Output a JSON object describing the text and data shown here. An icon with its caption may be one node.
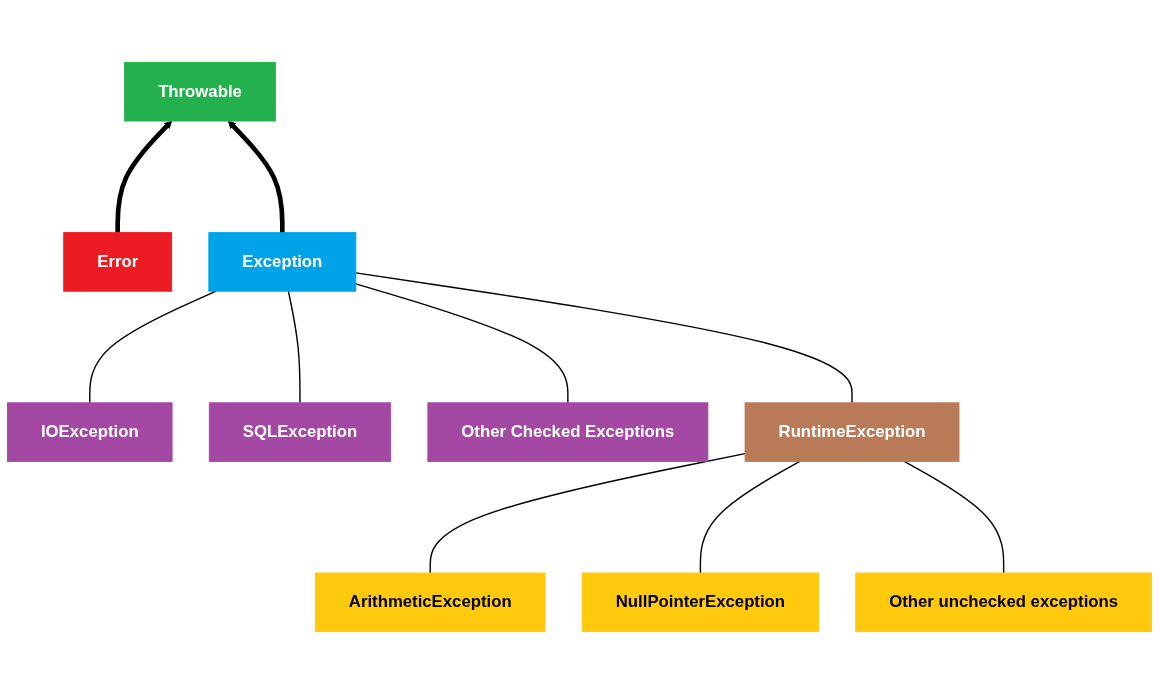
{
  "diagram": {
    "nodes": [
      {
        "text": [
          "Throwable"
        ]
      },
      {
        "text": [
          "Error"
        ]
      },
      {
        "text": [
          "Exception"
        ]
      },
      {
        "text": [
          "IOException"
        ]
      },
      {
        "text": [
          "SQLException"
        ]
      },
      {
        "text": [
          "Other Checked Exceptions"
        ]
      },
      {
        "text": [
          "RuntimeException"
        ]
      },
      {
        "text": [
          "ArithmeticException"
        ]
      },
      {
        "text": [
          "NullPointerException"
        ]
      },
      {
        "text": [
          "Other unchecked exceptions"
        ]
      }
    ],
    "edges": [
      {
        "from": 1,
        "to": 0,
        "arrow": "to",
        "style": "thick"
      },
      {
        "from": 2,
        "to": 0,
        "arrow": "to",
        "style": "thick"
      },
      {
        "from": 2,
        "to": 3,
        "arrow": "none"
      },
      {
        "from": 2,
        "to": 4,
        "arrow": "none"
      },
      {
        "from": 2,
        "to": 5,
        "arrow": "none"
      },
      {
        "from": 2,
        "to": 6,
        "arrow": "none"
      },
      {
        "from": 6,
        "to": 7,
        "arrow": "none"
      },
      {
        "from": 6,
        "to": 8,
        "arrow": "none"
      },
      {
        "from": 6,
        "to": 9,
        "arrow": "none"
      }
    ]
  }
}
